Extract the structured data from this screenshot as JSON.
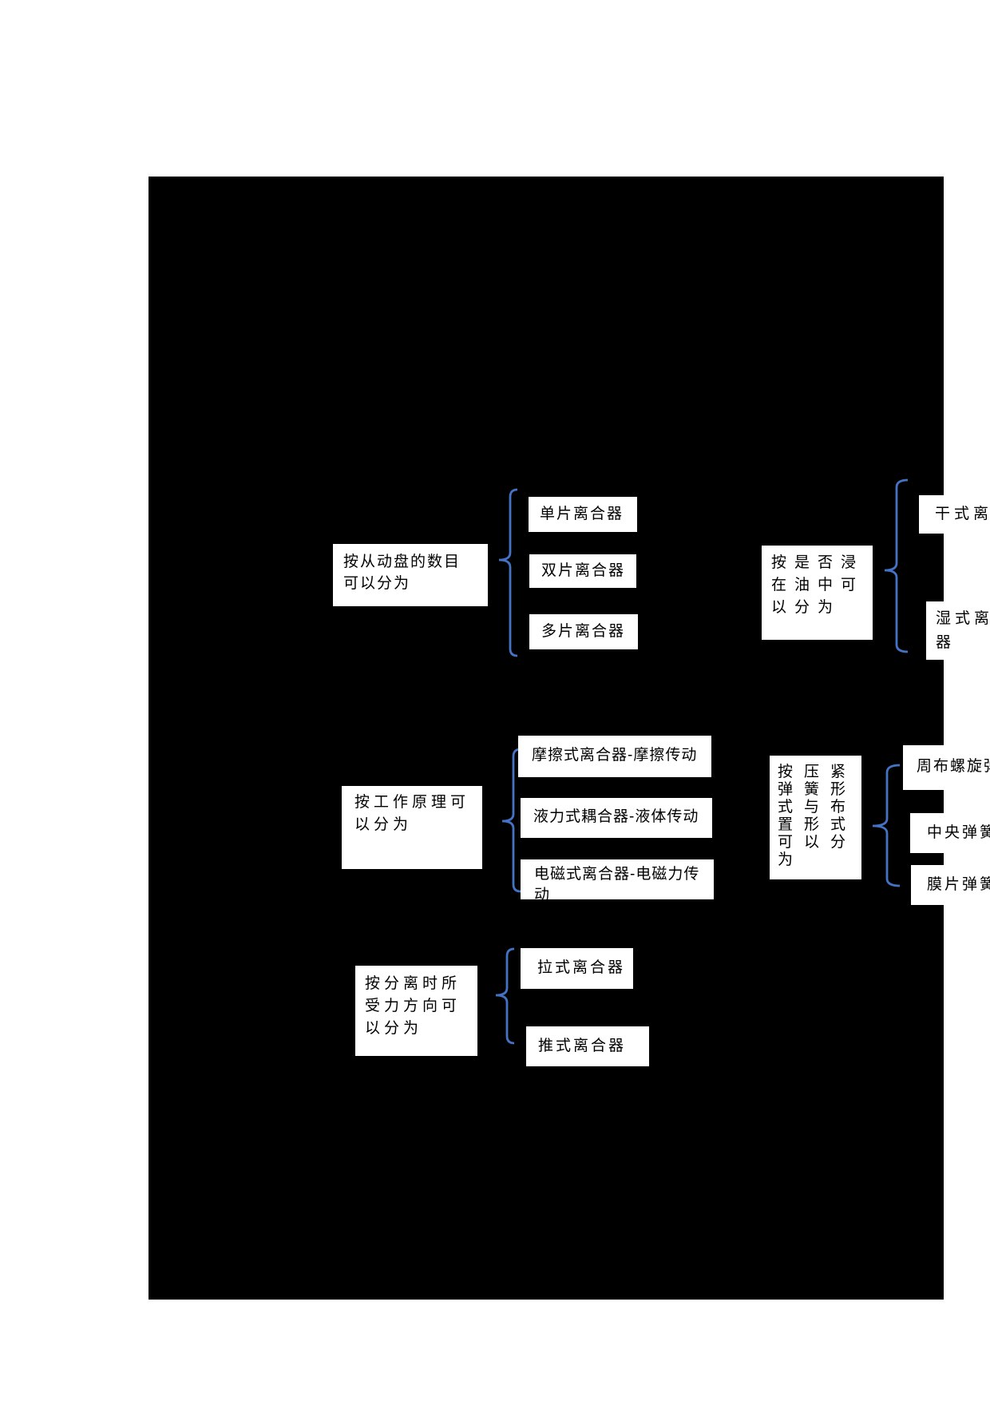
{
  "diagram": {
    "title_hint": "clutch classification diagram",
    "colors": {
      "page_background": "#ffffff",
      "diagram_background": "#000000",
      "box_background": "#ffffff",
      "text": "#000000",
      "brace_accent": "#4472C4"
    },
    "groups": [
      {
        "id": "driven-plate-count",
        "parent": "按从动盘的数目\n可以分为",
        "children": [
          "单片离合器",
          "双片离合器",
          "多片离合器"
        ]
      },
      {
        "id": "oil-immersion",
        "parent": "按是否浸\n在油中可\n以分为",
        "children": [
          "干式离合器",
          "湿式离合\n器"
        ]
      },
      {
        "id": "working-principle",
        "parent": "按工作原理可\n以分为",
        "children": [
          "摩擦式离合器-摩擦传动",
          "液力式耦合器-液体传动",
          "电磁式离合器-电磁力传\n动"
        ]
      },
      {
        "id": "spring-arrangement",
        "parent": "按压紧\n弹簧形\n式与布\n置形式\n可以分\n为",
        "children": [
          "周布螺旋弹簧离合器",
          "中央弹簧离合器",
          "膜片弹簧离合器"
        ]
      },
      {
        "id": "release-force-direction",
        "parent": "按分离时所\n受力方向可\n以分为",
        "children": [
          "拉式离合器",
          "推式离合器"
        ]
      }
    ]
  }
}
